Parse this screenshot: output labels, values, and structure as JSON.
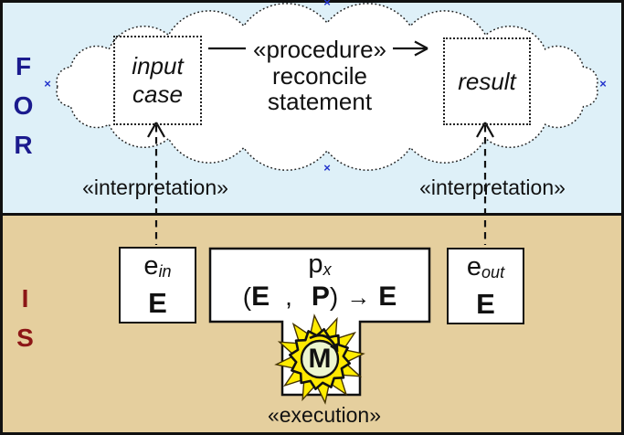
{
  "regions": {
    "for": {
      "label": "FOR",
      "background": "#def0f8",
      "label_color": "#1b1b8e"
    },
    "is": {
      "label": "IS",
      "background": "#e5cf9e",
      "label_color": "#8c1616"
    }
  },
  "cloud": {
    "input_case": {
      "line1": "input",
      "line2": "case"
    },
    "procedure": {
      "stereotype": "«procedure»",
      "name_line1": "reconcile",
      "name_line2": "statement"
    },
    "result": {
      "label": "result"
    }
  },
  "labels": {
    "interpretation_left": "«interpretation»",
    "interpretation_right": "«interpretation»",
    "execution": "«execution»"
  },
  "is_layer": {
    "e_in": {
      "base": "e",
      "sub": "in",
      "type": "E"
    },
    "process": {
      "base": "p",
      "sub": "x",
      "signature": {
        "open": "(",
        "arg1": "E",
        "comma": ",",
        "arg2": "P",
        "close": ")",
        "arrow": "→",
        "result": "E"
      }
    },
    "e_out": {
      "base": "e",
      "sub": "out",
      "type": "E"
    },
    "machine": {
      "label": "M"
    }
  },
  "markers": {
    "connection_point": "×"
  },
  "colors": {
    "formal_background": "#def0f8",
    "system_background": "#e5cf9e",
    "for_label": "#1b1b8e",
    "is_label": "#8c1616",
    "star_yellow": "#ffec00",
    "gear_yellow": "#ffe800",
    "gear_inner": "#edf5cf",
    "marker_blue": "#2233cc",
    "line_black": "#111111"
  }
}
